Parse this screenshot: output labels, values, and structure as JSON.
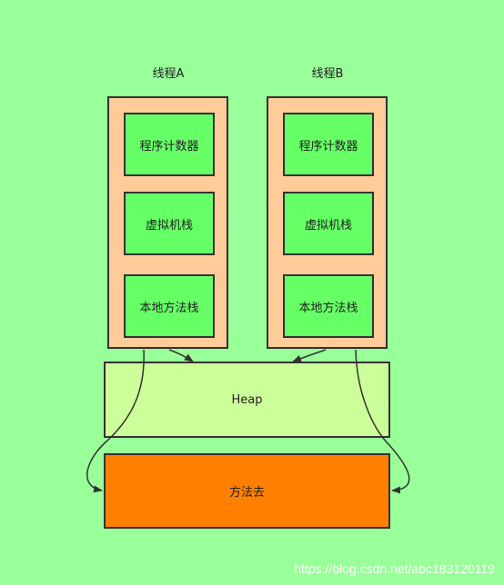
{
  "threads": [
    {
      "title": "线程A",
      "boxes": [
        "程序计数器",
        "虚拟机栈",
        "本地方法栈"
      ]
    },
    {
      "title": "线程B",
      "boxes": [
        "程序计数器",
        "虚拟机栈",
        "本地方法栈"
      ]
    }
  ],
  "heap": {
    "label": "Heap"
  },
  "method_area": {
    "label": "方法去"
  },
  "watermark": "https://blog.csdn.net/abc183120119",
  "colors": {
    "background": "#99ff99",
    "thread_container": "#ffcc99",
    "thread_box": "#66ff66",
    "heap": "#ccff99",
    "method_area": "#ff8000",
    "stroke": "#333333"
  }
}
